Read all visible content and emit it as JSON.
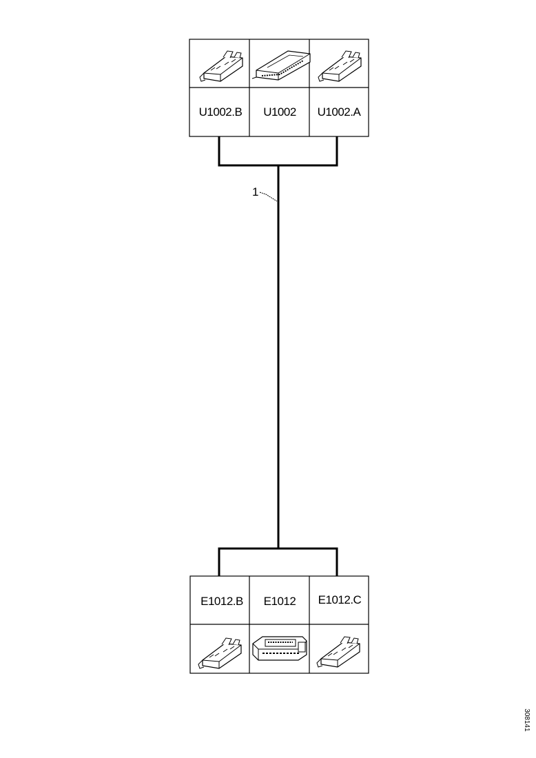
{
  "top_connectors": [
    {
      "label": "U1002.B",
      "icon": "small-connector-icon"
    },
    {
      "label": "U1002",
      "icon": "control-unit-icon"
    },
    {
      "label": "U1002.A",
      "icon": "small-connector-icon"
    }
  ],
  "bottom_connectors": [
    {
      "label": "E1012.B",
      "icon": "small-connector-icon"
    },
    {
      "label": "E1012",
      "icon": "control-unit-icon"
    },
    {
      "label": "E1012.C",
      "icon": "small-connector-icon"
    }
  ],
  "harness": {
    "reference": "1"
  },
  "drawing_code": "308141"
}
